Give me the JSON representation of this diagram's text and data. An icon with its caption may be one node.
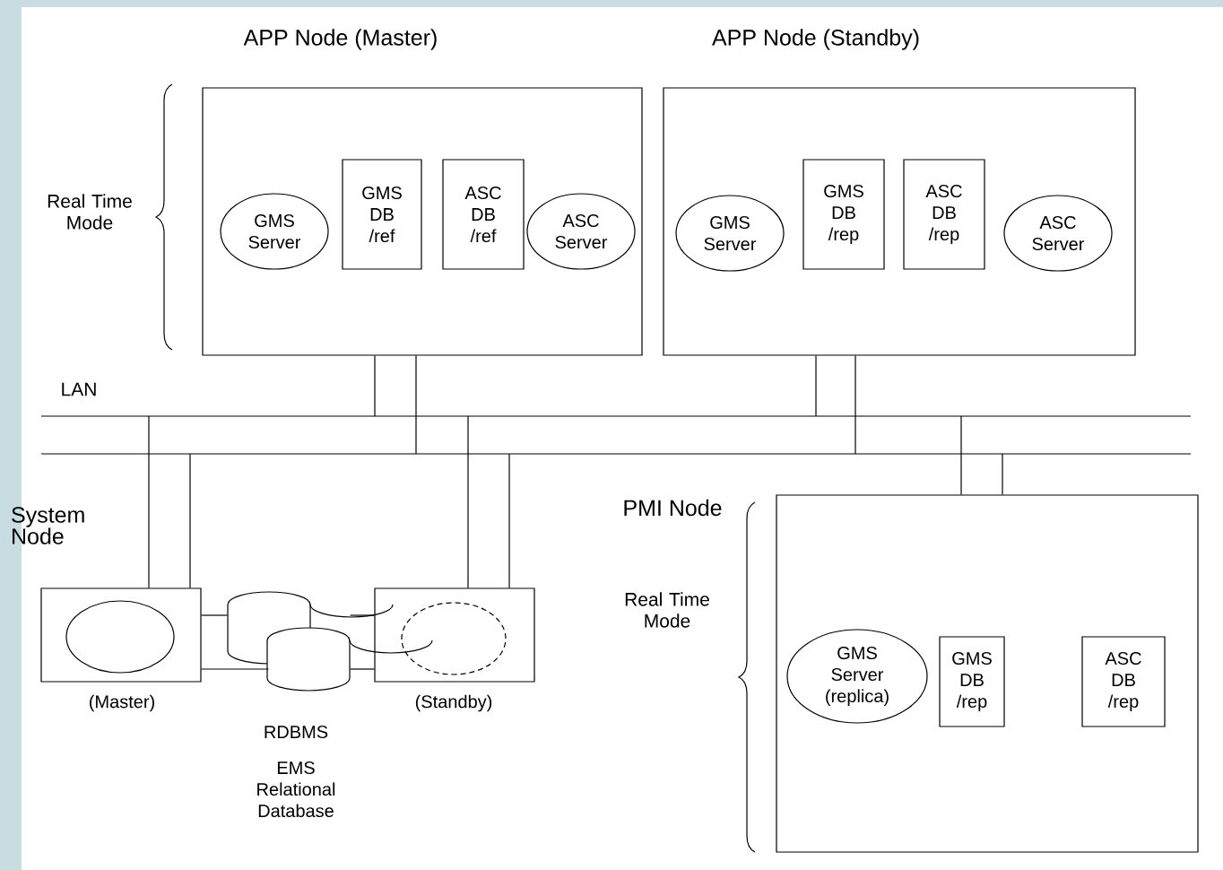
{
  "diagram": {
    "nodes": [
      {
        "text": [
          "APP Node (Master)"
        ]
      },
      {
        "text": [
          "GMS Server"
        ],
        "in": 0
      },
      {
        "text": [
          "GMS DB /ref"
        ],
        "in": 0
      },
      {
        "text": [
          "ASC DB /ref"
        ],
        "in": 0
      },
      {
        "text": [
          "ASC Server"
        ],
        "in": 0
      },
      {
        "text": [
          "APP Node (Standby)"
        ]
      },
      {
        "text": [
          "GMS Server"
        ],
        "in": 5
      },
      {
        "text": [
          "GMS DB /rep"
        ],
        "in": 5
      },
      {
        "text": [
          "ASC DB /rep"
        ],
        "in": 5
      },
      {
        "text": [
          "ASC Server"
        ],
        "in": 5
      },
      {
        "text": [],
        "shape": "box",
        "beside": [
          "(Master)"
        ]
      },
      {
        "text": [],
        "shape": "circle",
        "in": 10
      },
      {
        "text": [],
        "shape": "cylinder",
        "beside": [
          "RDBMS",
          "EMS Relational Database"
        ]
      },
      {
        "text": [],
        "shape": "box",
        "beside": [
          "(Standby)"
        ]
      },
      {
        "text": [],
        "shape": "circle",
        "in": 13
      },
      {
        "text": [
          "PMI Node"
        ]
      },
      {
        "text": [
          "GMS Server (replica)"
        ],
        "in": 15
      },
      {
        "text": [
          "GMS DB /rep"
        ],
        "in": 15
      },
      {
        "text": [
          "ASC DB /rep"
        ],
        "in": 15
      },
      {
        "text": [],
        "shape": "bar"
      },
      {
        "text": [],
        "shape": "bar"
      }
    ],
    "edges": [
      {
        "from": 0,
        "to": 19,
        "arrow": "none"
      },
      {
        "from": 0,
        "to": 20,
        "arrow": "none"
      },
      {
        "from": 5,
        "to": 19,
        "arrow": "none"
      },
      {
        "from": 5,
        "to": 20,
        "arrow": "none"
      },
      {
        "from": 10,
        "to": 19,
        "arrow": "none"
      },
      {
        "from": 10,
        "to": 20,
        "arrow": "none"
      },
      {
        "from": 13,
        "to": 19,
        "arrow": "none"
      },
      {
        "from": 13,
        "to": 20,
        "arrow": "none"
      },
      {
        "from": 15,
        "to": 19,
        "arrow": "none"
      },
      {
        "from": 15,
        "to": 20,
        "arrow": "none"
      },
      {
        "from": 10,
        "to": 12,
        "arrow": "none"
      },
      {
        "from": 10,
        "to": 12,
        "arrow": "none"
      },
      {
        "from": 12,
        "to": 13,
        "arrow": "none"
      },
      {
        "from": 12,
        "to": 13,
        "arrow": "none"
      }
    ],
    "labels": [
      "Real Time Mode",
      "LAN",
      "System Node",
      "Real Time Mode"
    ]
  }
}
